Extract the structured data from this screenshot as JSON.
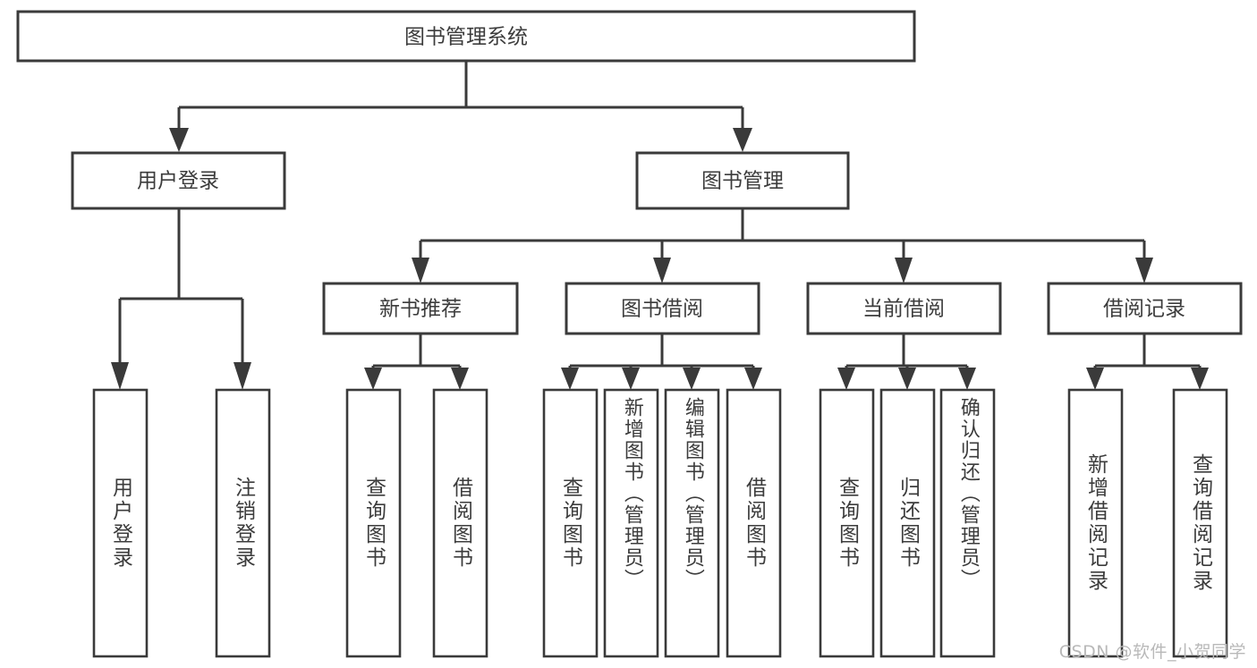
{
  "diagram": {
    "title_node": {
      "label": "图书管理系统"
    },
    "level2": [
      {
        "id": "user-login",
        "label": "用户登录"
      },
      {
        "id": "book-management",
        "label": "图书管理"
      }
    ],
    "level3": [
      {
        "id": "new-book-recommend",
        "label": "新书推荐"
      },
      {
        "id": "book-borrow",
        "label": "图书借阅"
      },
      {
        "id": "current-borrow",
        "label": "当前借阅"
      },
      {
        "id": "borrow-record",
        "label": "借阅记录"
      }
    ],
    "leaves": {
      "user_login": [
        {
          "id": "leaf-user-login",
          "label": "用户登录"
        },
        {
          "id": "leaf-logout-login",
          "label": "注销登录"
        }
      ],
      "new_book_recommend": [
        {
          "id": "leaf-query-book-1",
          "label": "查询图书"
        },
        {
          "id": "leaf-borrow-book-1",
          "label": "借阅图书"
        }
      ],
      "book_borrow": [
        {
          "id": "leaf-query-book-2",
          "label": "查询图书"
        },
        {
          "id": "leaf-add-book-admin",
          "label": "新增图书（管理员）"
        },
        {
          "id": "leaf-edit-book-admin",
          "label": "编辑图书（管理员）"
        },
        {
          "id": "leaf-borrow-book-2",
          "label": "借阅图书"
        }
      ],
      "current_borrow": [
        {
          "id": "leaf-query-book-3",
          "label": "查询图书"
        },
        {
          "id": "leaf-return-book",
          "label": "归还图书"
        },
        {
          "id": "leaf-confirm-return-admin",
          "label": "确认归还（管理员）"
        }
      ],
      "borrow_record": [
        {
          "id": "leaf-add-borrow-record",
          "label": "新增借阅记录"
        },
        {
          "id": "leaf-query-borrow-record",
          "label": "查询借阅记录"
        }
      ]
    }
  },
  "watermark": {
    "text": "CSDN @软件_小贺同学"
  },
  "colors": {
    "background": "#ffffff",
    "stroke": "#3a3a3a",
    "text": "#3c3c3c",
    "watermark": "#b9b9b9"
  }
}
